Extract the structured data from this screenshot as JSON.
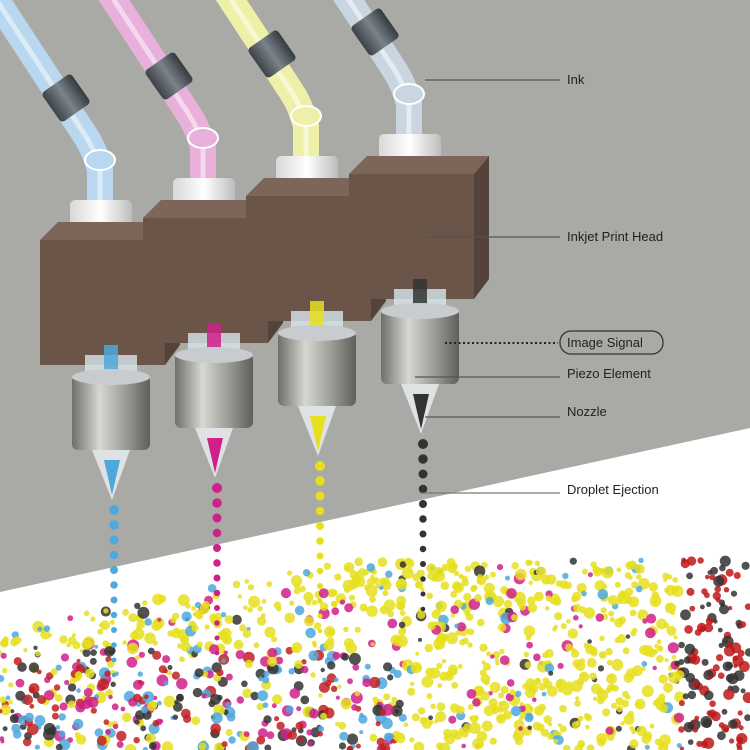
{
  "labels": {
    "ink": "Ink",
    "print_head": "Inkjet Print Head",
    "image_signal": "Image Signal",
    "piezo": "Piezo Element",
    "nozzle": "Nozzle",
    "droplet": "Droplet Ejection"
  },
  "colors": {
    "background": "#a9a9a5",
    "head": "#6b5548",
    "cyan": "#4fa8dc",
    "magenta": "#d0208a",
    "yellow": "#e6df1e",
    "black": "#333333"
  },
  "channels": [
    {
      "name": "cyan",
      "tube": "#b9d8ef",
      "ink": "#4fa8dc"
    },
    {
      "name": "magenta",
      "tube": "#e8b0da",
      "ink": "#d0208a"
    },
    {
      "name": "yellow",
      "tube": "#eef0a8",
      "ink": "#e6df1e"
    },
    {
      "name": "black",
      "tube": "#c9d6e2",
      "ink": "#333333"
    }
  ]
}
